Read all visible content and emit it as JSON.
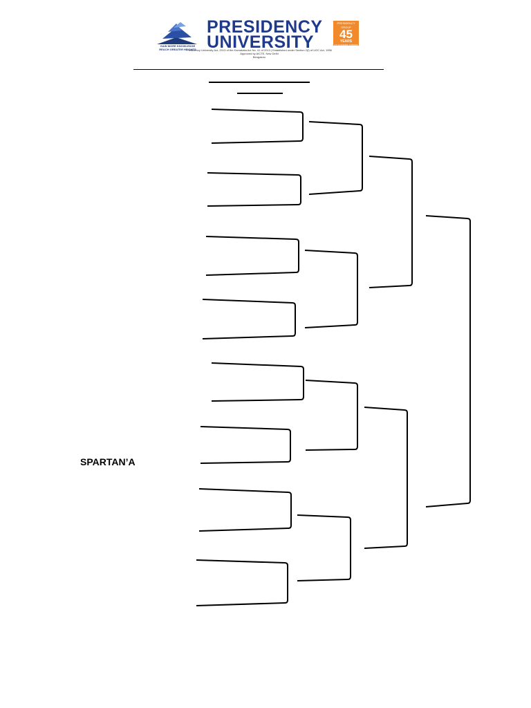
{
  "header": {
    "university_name_line1": "PRESIDENCY",
    "university_name_line2": "UNIVERSITY",
    "tagline": "GAIN MORE KNOWLEDGE REACH GREATER HEIGHTS",
    "badge_top": "PRESIDENCY GROUP",
    "badge_number": "45",
    "badge_years": "YEARS",
    "badge_note": "OF ACADEMIC WISDOM",
    "legal_line1": "Presidency University Act, 2013 of the Karnataka Act No. 41 of 2013 | Established under Section 2(f) of UGC Act, 1956",
    "legal_line2": "Approved by AICTE, New Delhi",
    "legal_line3": "Bengaluru"
  },
  "bracket": {
    "team_labels": [
      "SPARTAN’A"
    ]
  },
  "colors": {
    "brand_blue": "#1f3a8a",
    "badge_orange": "#f08a2c",
    "line": "#000000"
  }
}
